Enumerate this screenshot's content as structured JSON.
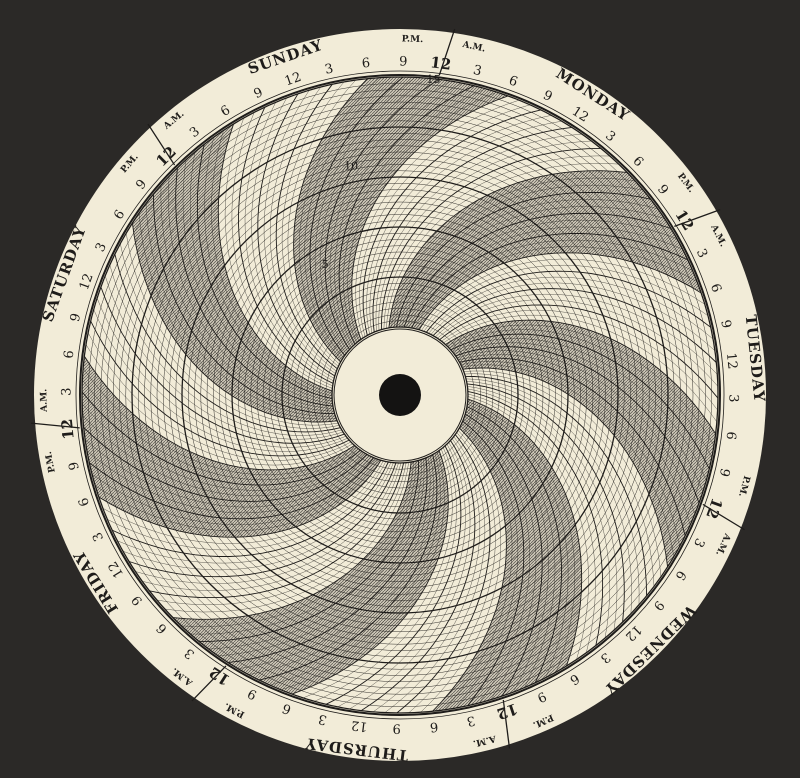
{
  "days": [
    "SUNDAY",
    "MONDAY",
    "TUESDAY",
    "WEDNESDAY",
    "THURSDAY",
    "FRIDAY",
    "SATURDAY"
  ],
  "hour_labels": [
    "12",
    "3",
    "6",
    "9",
    "12",
    "3",
    "6",
    "9"
  ],
  "am_label": "A.M.",
  "pm_label": "P.M.",
  "scale_labels": [
    "5",
    "10",
    "15"
  ],
  "colors": {
    "background": "#2b2927",
    "paper": "#f2ecd8",
    "ink": "#1e1c1a",
    "shade": "#8f8a80"
  }
}
